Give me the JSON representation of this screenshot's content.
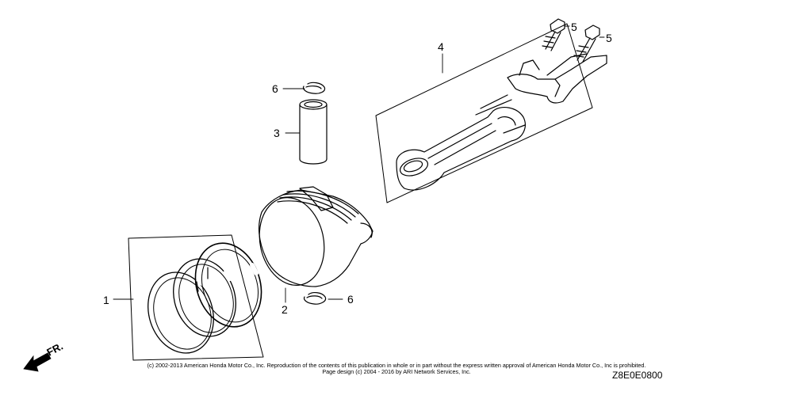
{
  "callouts": {
    "ring_set": "1",
    "piston": "2",
    "pin": "3",
    "rod": "4",
    "bolt_a": "5",
    "bolt_b": "5",
    "clip_top": "6",
    "clip_bottom": "6"
  },
  "direction_label": "FR.",
  "copyright_line1": "(c) 2002-2013 American Honda Motor Co., Inc. Reproduction of the contents of this publication in whole or in part without the express written approval of American Honda Motor Co., Inc is prohibited.",
  "copyright_line2": "Page design (c) 2004 - 2016 by ARI Network Services, Inc.",
  "diagram_code": "Z8E0E0800"
}
